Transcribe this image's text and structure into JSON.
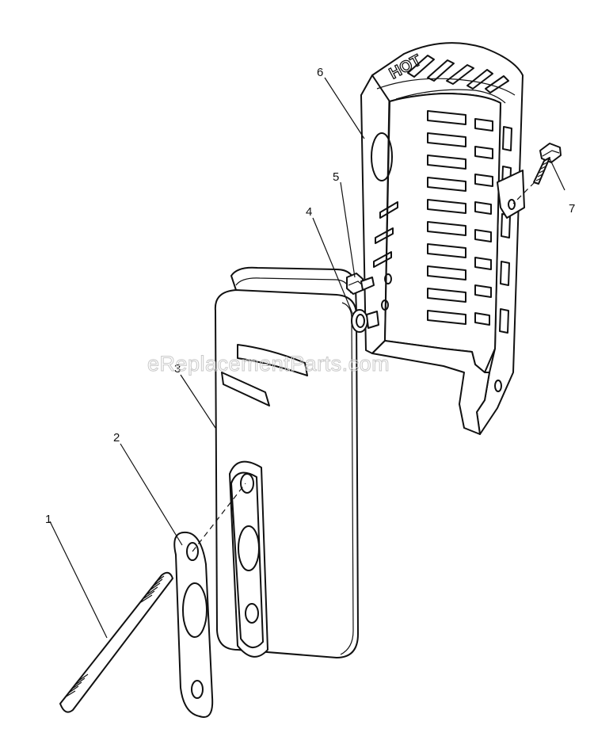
{
  "watermark": "eReplacementParts.com",
  "shield_text": "HOT",
  "callouts": [
    {
      "id": "1"
    },
    {
      "id": "2"
    },
    {
      "id": "3"
    },
    {
      "id": "4"
    },
    {
      "id": "5"
    },
    {
      "id": "6"
    },
    {
      "id": "7"
    }
  ]
}
